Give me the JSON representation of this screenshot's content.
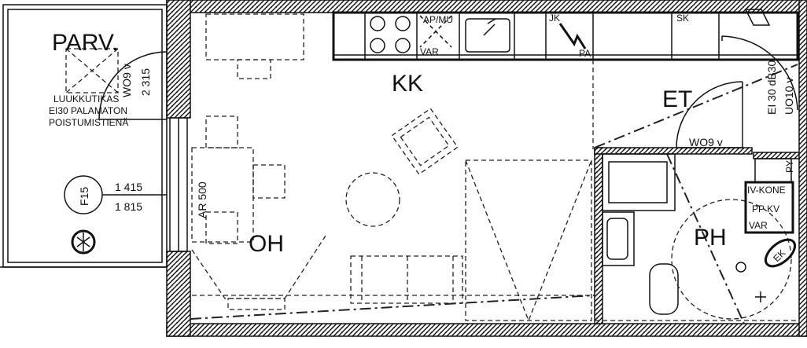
{
  "rooms": {
    "balcony": "PARV.",
    "kitchen": "KK",
    "hall": "ET",
    "living": "OH",
    "bathroom": "PH"
  },
  "balcony_notes": {
    "line1": "LUUKKUTIKAS",
    "line2": "EI30 PALAMATON",
    "line3": "POISTUMISTIENÄ",
    "door_mark": "WO9 v",
    "dim": "2 315"
  },
  "marker": {
    "id": "F15",
    "top": "1 415",
    "bottom": "1 815"
  },
  "labels": {
    "ar": "AR 500",
    "ap_mu": "AP/MU",
    "var_kitchen": "VAR",
    "jk": "JK",
    "pa": "PA",
    "sk": "SK",
    "door_front": "EI 30 dB30",
    "door_front2": "UO10 v",
    "wo9_hall": "WO9 v",
    "iv_kone": "IV-KONE",
    "pp_kv": "PP KV",
    "var_bath": "VAR",
    "py": "PY",
    "ek": "EK"
  }
}
